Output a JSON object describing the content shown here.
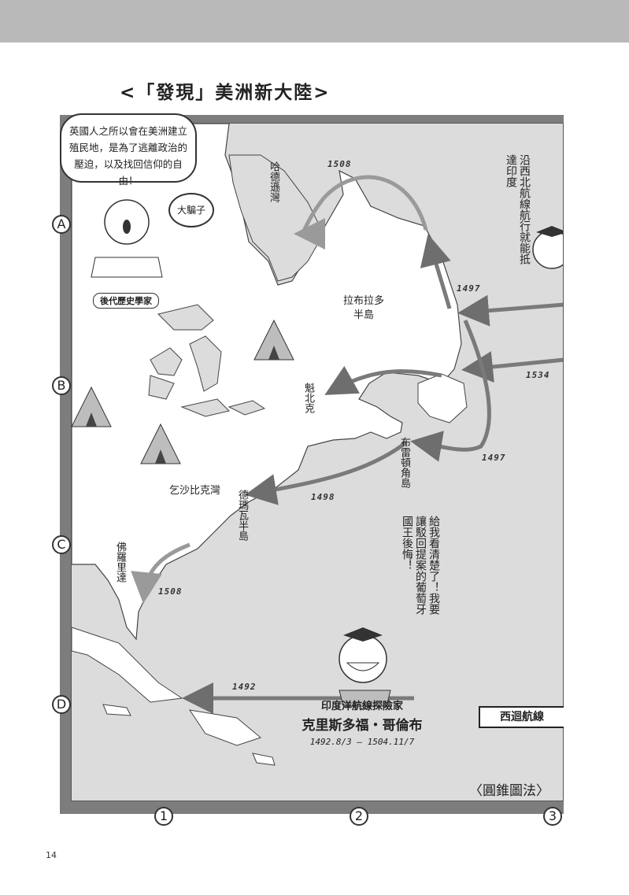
{
  "page": {
    "title": "<「發現」美洲新大陸>",
    "page_number": "14",
    "projection_label": "〈圓錐圖法〉",
    "route_badge": "西迴航線"
  },
  "grid": {
    "rows": [
      "A",
      "B",
      "C",
      "D"
    ],
    "columns": [
      "1",
      "2",
      "3"
    ]
  },
  "places": {
    "hudson_bay": "哈德遜灣",
    "labrador": "拉布拉多\n半島",
    "quebec": "魁北克",
    "cape_breton": "布雷頓角島",
    "chesapeake": "乞沙比克灣",
    "delaware": "德瑪瓦半島",
    "florida": "佛羅里達"
  },
  "routes": [
    {
      "year": "1508"
    },
    {
      "year": "1497"
    },
    {
      "year": "1534"
    },
    {
      "year": "1497"
    },
    {
      "year": "1498"
    },
    {
      "year": "1508"
    },
    {
      "year": "1492"
    }
  ],
  "speech": {
    "historian_bubble": "英國人之所以會在美洲建立殖民地，是為了逃離政治的壓迫，以及找回信仰的自由！",
    "liar_bubble": "大騙子",
    "historian_tag": "後代歷史學家",
    "northwest_text": "沿西北航線航行就能抵達印度",
    "columbus_text": "給我看清楚了！我要讓駁回提案的葡萄牙國王後悔！"
  },
  "explorer": {
    "role": "印度洋航線探險家",
    "name": "克里斯多福・哥倫布",
    "dates": "1492.8/3 – 1504.11/7"
  },
  "colors": {
    "land": "#ffffff",
    "sea": "#dcdcdc",
    "frame": "#7d7d7d",
    "route_dark": "#7a7a7a",
    "route_light": "#9a9a9a"
  }
}
